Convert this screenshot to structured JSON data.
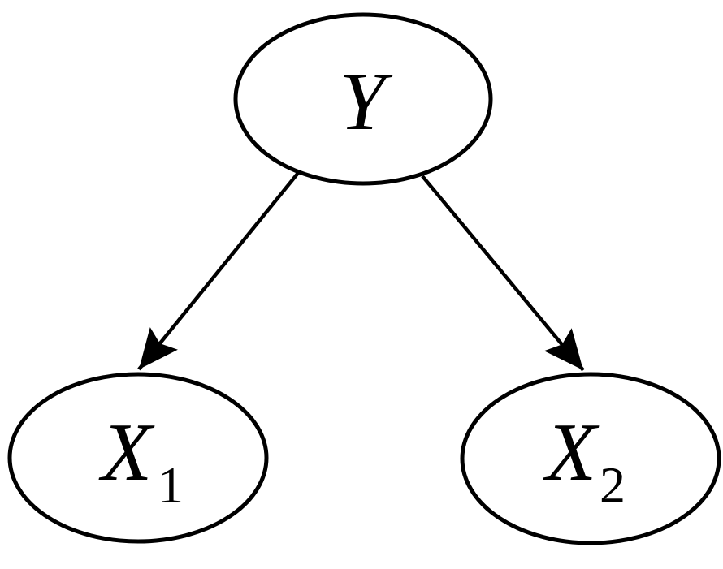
{
  "diagram": {
    "type": "directed-graph",
    "colors": {
      "background": "#ffffff",
      "node_fill": "#ffffff",
      "stroke": "#000000"
    },
    "nodes": [
      {
        "id": "Y",
        "label": "Y",
        "subscript": ""
      },
      {
        "id": "X1",
        "label": "X",
        "subscript": "1"
      },
      {
        "id": "X2",
        "label": "X",
        "subscript": "2"
      }
    ],
    "edges": [
      {
        "from": "Y",
        "to": "X1"
      },
      {
        "from": "Y",
        "to": "X2"
      }
    ]
  }
}
